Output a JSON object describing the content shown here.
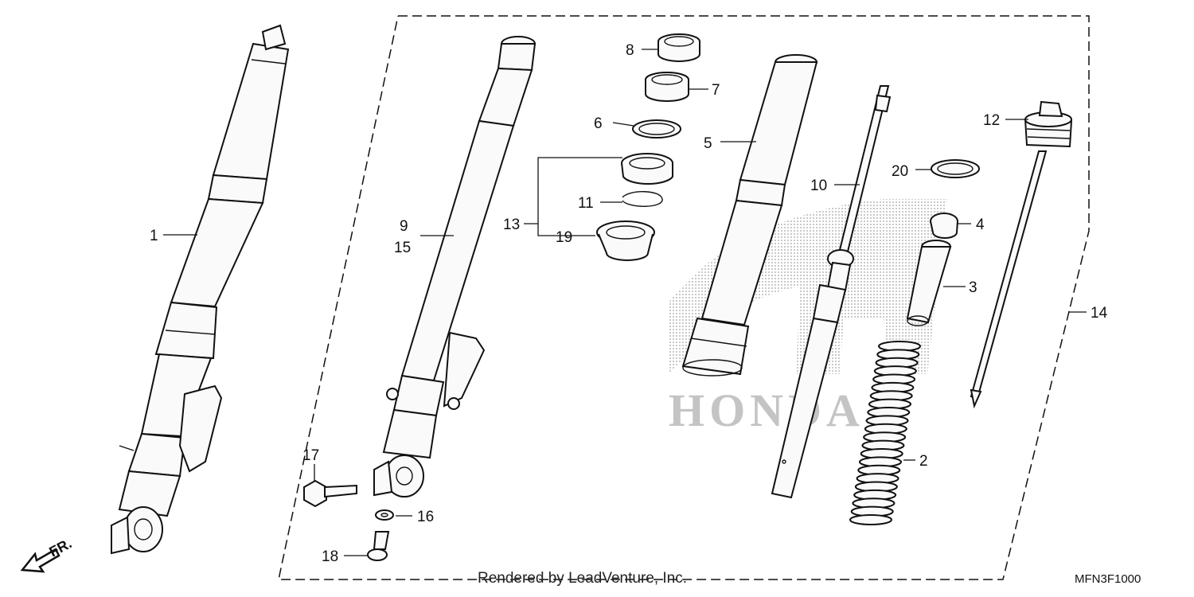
{
  "diagram": {
    "callouts": [
      {
        "id": "c1",
        "text": "1"
      },
      {
        "id": "c2",
        "text": "2"
      },
      {
        "id": "c3",
        "text": "3"
      },
      {
        "id": "c4",
        "text": "4"
      },
      {
        "id": "c5",
        "text": "5"
      },
      {
        "id": "c6",
        "text": "6"
      },
      {
        "id": "c7",
        "text": "7"
      },
      {
        "id": "c8",
        "text": "8"
      },
      {
        "id": "c9",
        "text": "9"
      },
      {
        "id": "c10",
        "text": "10"
      },
      {
        "id": "c11",
        "text": "11"
      },
      {
        "id": "c12",
        "text": "12"
      },
      {
        "id": "c13",
        "text": "13"
      },
      {
        "id": "c14",
        "text": "14"
      },
      {
        "id": "c15",
        "text": "15"
      },
      {
        "id": "c16",
        "text": "16"
      },
      {
        "id": "c17",
        "text": "17"
      },
      {
        "id": "c18",
        "text": "18"
      },
      {
        "id": "c19",
        "text": "19"
      },
      {
        "id": "c20",
        "text": "20"
      }
    ],
    "direction_label": "FR.",
    "watermark_logo": "HONDA",
    "footer_credit": "Rendered by LeadVenture, Inc.",
    "diagram_code": "MFN3F1000"
  },
  "colors": {
    "line": "#111111",
    "background": "#ffffff",
    "watermark": "#bdbdbd"
  }
}
